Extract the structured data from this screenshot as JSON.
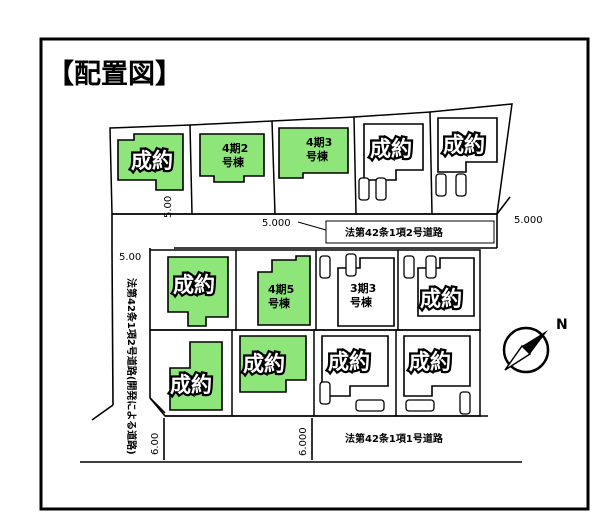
{
  "title": "【配置図】",
  "sold_label": "成約",
  "lots": [
    {
      "id": "r1c1",
      "status": "成約"
    },
    {
      "id": "r1c2",
      "line1": "4期2",
      "line2": "号棟"
    },
    {
      "id": "r1c3",
      "line1": "4期3",
      "line2": "号棟"
    },
    {
      "id": "r1c4",
      "status": "成約"
    },
    {
      "id": "r1c5",
      "status": "成約"
    },
    {
      "id": "r2c1",
      "status": "成約"
    },
    {
      "id": "r2c2",
      "line1": "4期5",
      "line2": "号棟"
    },
    {
      "id": "r2c3",
      "line1": "3期3",
      "line2": "号棟"
    },
    {
      "id": "r2c4",
      "status": "成約"
    },
    {
      "id": "r3c1",
      "status": "成約"
    },
    {
      "id": "r3c2",
      "status": "成約"
    },
    {
      "id": "r3c3",
      "status": "成約"
    },
    {
      "id": "r3c4",
      "status": "成約"
    }
  ],
  "roads": {
    "north": "法第42条1項2号道路",
    "south": "法第42条1項1号道路",
    "west": "法第42条1項2号道路(開発による道路)"
  },
  "dimensions": {
    "north_left": "5.000",
    "north_right": "5.000",
    "upper_vertical": "5.00",
    "west_top": "5.00",
    "south_left": "6.00",
    "south_mid": "6.000"
  },
  "compass": "N",
  "colors": {
    "green": "#8ee57a",
    "line": "#000000",
    "background": "#ffffff"
  }
}
